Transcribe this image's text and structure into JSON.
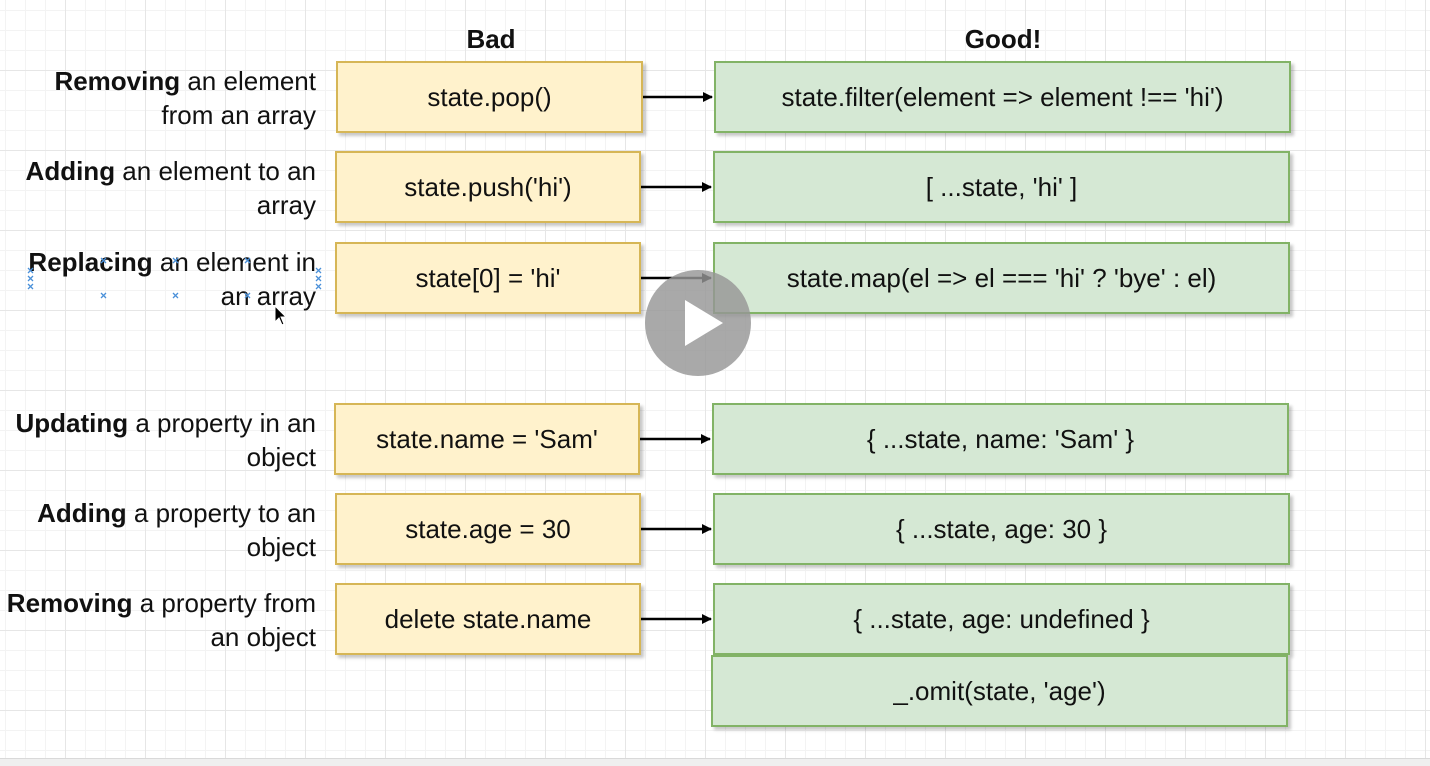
{
  "headers": {
    "bad": "Bad",
    "good": "Good!"
  },
  "rows": [
    {
      "label_bold": "Removing",
      "label_rest": " an element from an array",
      "bad": "state.pop()",
      "good": "state.filter(element => element !== 'hi')"
    },
    {
      "label_bold": "Adding",
      "label_rest": " an element to an array",
      "bad": "state.push('hi')",
      "good": "[ ...state, 'hi' ]"
    },
    {
      "label_bold": "Replacing",
      "label_rest": " an element in an array",
      "bad": "state[0] = 'hi'",
      "good": "state.map(el => el === 'hi' ? 'bye' : el)"
    },
    {
      "label_bold": "Updating",
      "label_rest": " a property in an object",
      "bad": "state.name = 'Sam'",
      "good": "{ ...state, name: 'Sam' }"
    },
    {
      "label_bold": "Adding",
      "label_rest": " a property to an object",
      "bad": "state.age = 30",
      "good": "{ ...state, age: 30 }"
    },
    {
      "label_bold": "Removing",
      "label_rest": " a property from an object",
      "bad": "delete state.name",
      "good": "{ ...state, age: undefined }",
      "good_alt": "_.omit(state, 'age')"
    }
  ],
  "colors": {
    "bad_fill": "#fff2cc",
    "bad_stroke": "#d6b656",
    "good_fill": "#d5e8d4",
    "good_stroke": "#82b366"
  },
  "icons": {
    "play": "play-icon",
    "cursor": "mouse-cursor-icon"
  }
}
